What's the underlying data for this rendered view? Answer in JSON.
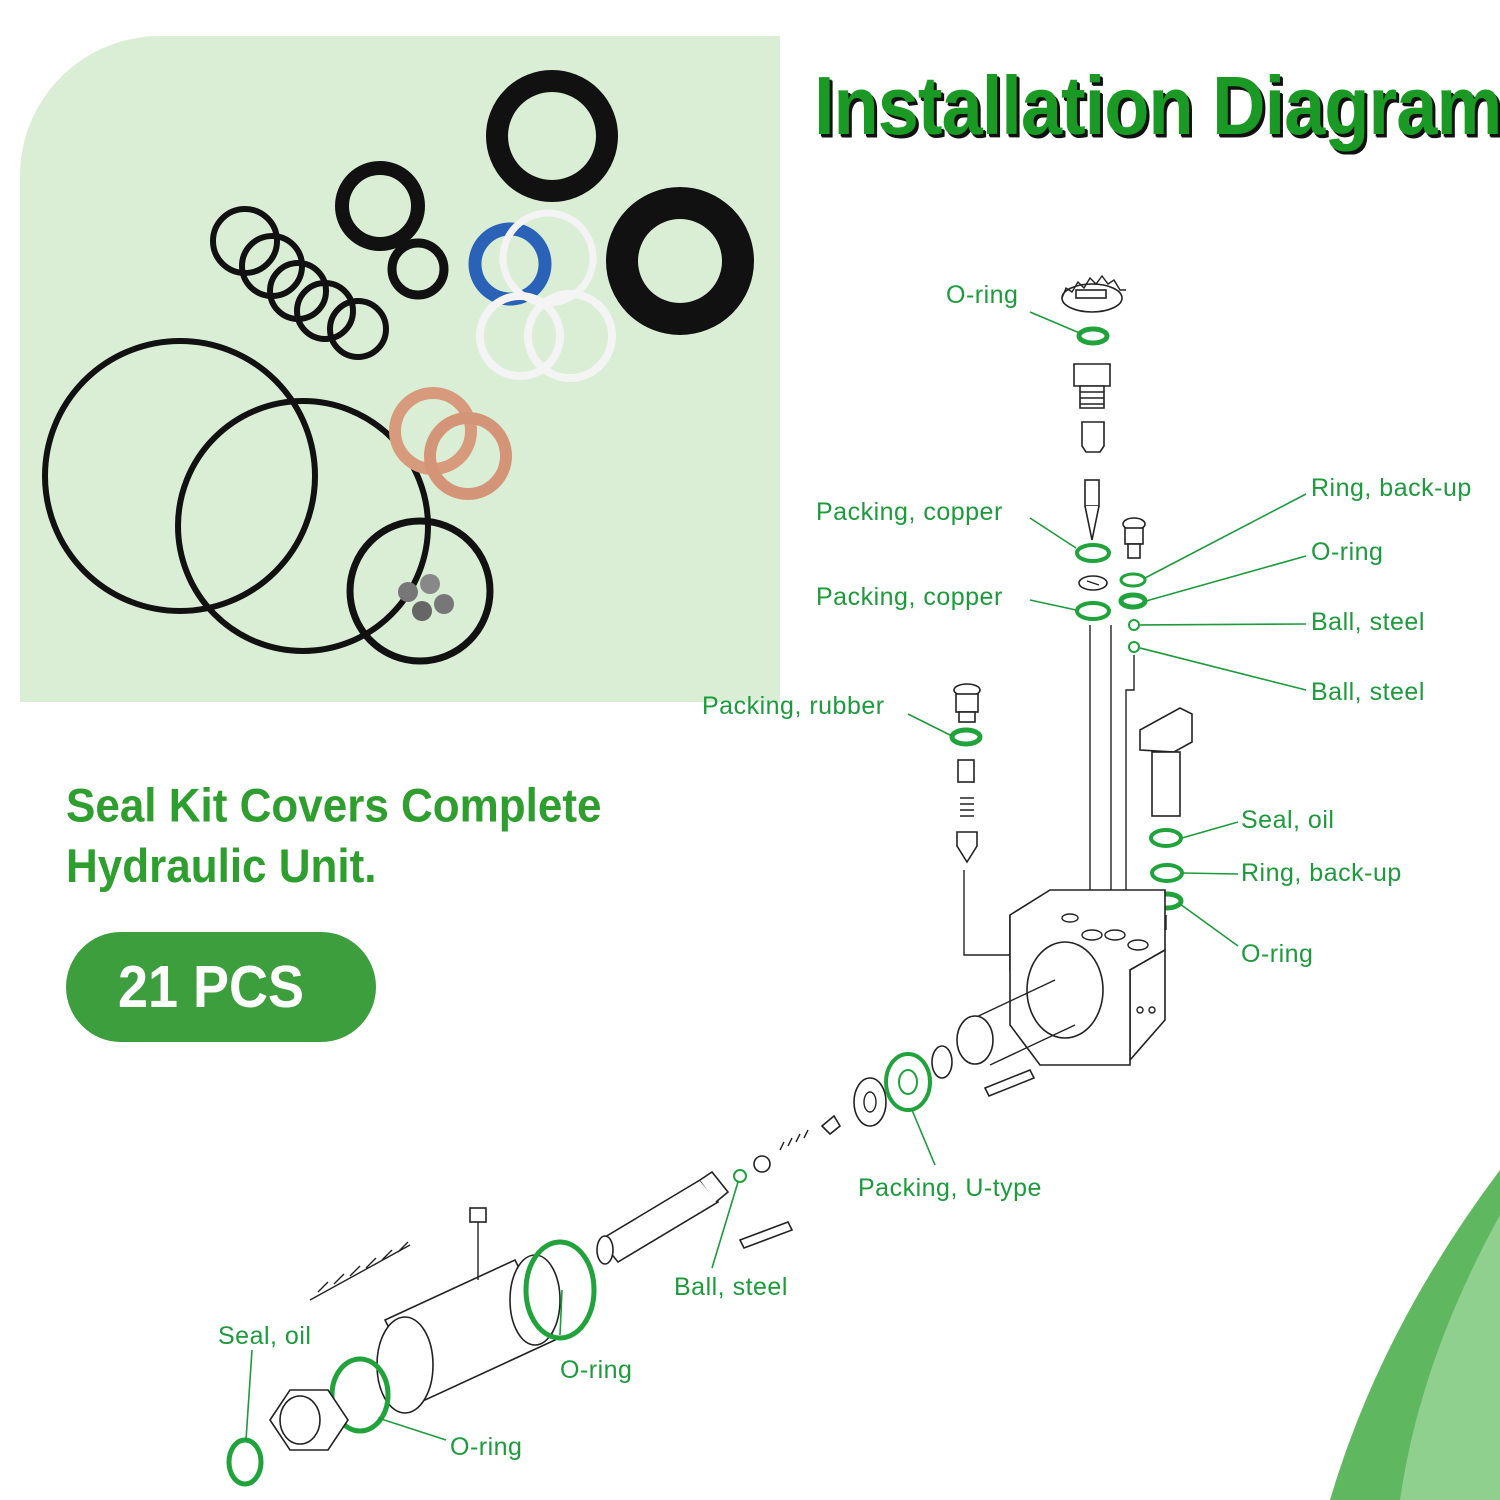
{
  "header": {
    "title": "Installation Diagram"
  },
  "promo": {
    "tagline_line1": "Seal Kit Covers Complete",
    "tagline_line2": "Hydraulic Unit.",
    "count_badge": "21 PCS"
  },
  "diagram": {
    "labels": [
      {
        "text": "O-ring"
      },
      {
        "text": "Packing, copper"
      },
      {
        "text": "Ring, back-up"
      },
      {
        "text": "O-ring"
      },
      {
        "text": "Packing, copper"
      },
      {
        "text": "Ball, steel"
      },
      {
        "text": "Ball, steel"
      },
      {
        "text": "Packing, rubber"
      },
      {
        "text": "Seal, oil"
      },
      {
        "text": "Ring, back-up"
      },
      {
        "text": "O-ring"
      },
      {
        "text": "Packing, U-type"
      },
      {
        "text": "Ball, steel"
      },
      {
        "text": "Seal, oil"
      },
      {
        "text": "O-ring"
      },
      {
        "text": "O-ring"
      }
    ]
  },
  "colors": {
    "accent_green": "#1a9a24",
    "label_green": "#1d9a3c",
    "badge_green": "#3d9e3d",
    "panel_green": "#d9eed4",
    "corner_green": "#5fb85f"
  }
}
